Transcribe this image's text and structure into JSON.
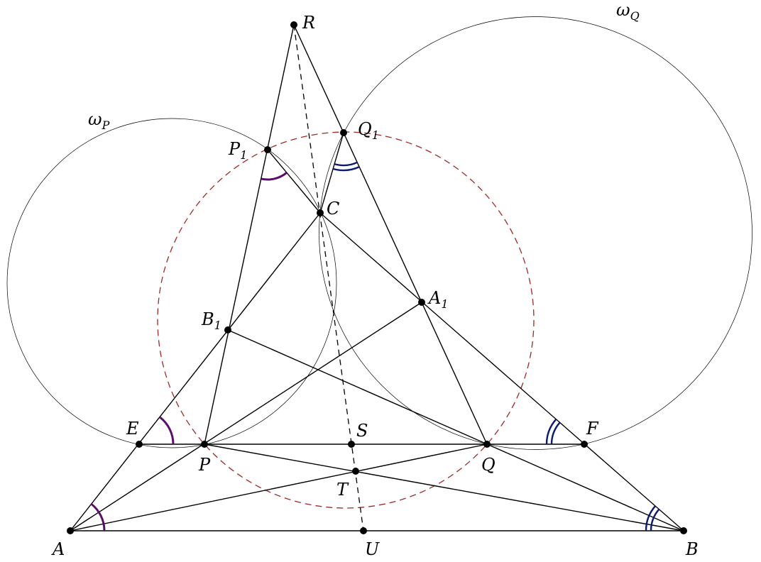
{
  "diagram": {
    "points": [
      {
        "id": "A",
        "label": "A",
        "sub": ""
      },
      {
        "id": "B",
        "label": "B",
        "sub": ""
      },
      {
        "id": "C",
        "label": "C",
        "sub": ""
      },
      {
        "id": "R",
        "label": "R",
        "sub": ""
      },
      {
        "id": "P1",
        "label": "P",
        "sub": "1"
      },
      {
        "id": "Q1",
        "label": "Q",
        "sub": "1"
      },
      {
        "id": "B1",
        "label": "B",
        "sub": "1"
      },
      {
        "id": "A1",
        "label": "A",
        "sub": "1"
      },
      {
        "id": "E",
        "label": "E",
        "sub": ""
      },
      {
        "id": "F",
        "label": "F",
        "sub": ""
      },
      {
        "id": "P",
        "label": "P",
        "sub": ""
      },
      {
        "id": "Q",
        "label": "Q",
        "sub": ""
      },
      {
        "id": "S",
        "label": "S",
        "sub": ""
      },
      {
        "id": "T",
        "label": "T",
        "sub": ""
      },
      {
        "id": "U",
        "label": "U",
        "sub": ""
      }
    ],
    "circles": [
      {
        "id": "omegaP",
        "label": "ω",
        "sub": "P"
      },
      {
        "id": "omegaQ",
        "label": "ω",
        "sub": "Q"
      }
    ],
    "colors": {
      "line": "#000000",
      "dashed_circle": "#a0282a",
      "single_angle": "#5a0d6b",
      "double_angle": "#0c1a73"
    }
  }
}
